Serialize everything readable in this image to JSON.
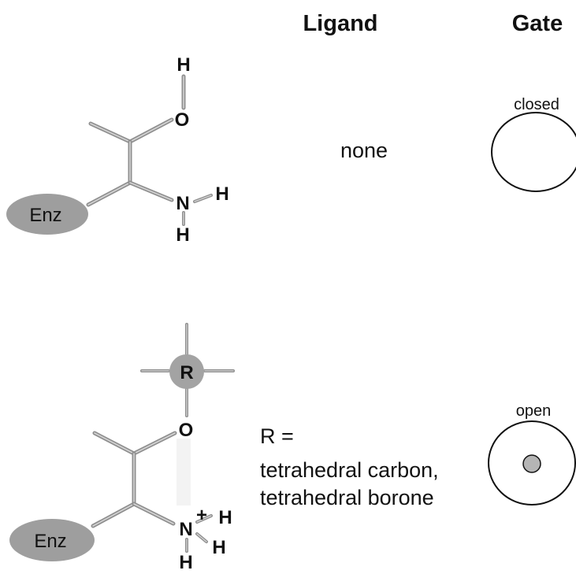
{
  "headers": {
    "ligand": "Ligand",
    "gate": "Gate"
  },
  "top_state": {
    "enzyme_label": "Enz",
    "atoms": {
      "hydroxyl_h": "H",
      "oxygen": "O",
      "nitrogen": "N",
      "amine_h_right": "H",
      "amine_h_bottom": "H"
    },
    "ligand_text": "none",
    "gate": {
      "label": "closed",
      "state": "closed"
    }
  },
  "bottom_state": {
    "enzyme_label": "Enz",
    "atoms": {
      "r_group": "R",
      "oxygen": "O",
      "nitrogen": "N",
      "charge": "+",
      "amine_h_right_top": "H",
      "amine_h_right_bottom": "H",
      "amine_h_bottom": "H"
    },
    "ligand_text": {
      "line1": "R =",
      "line2": "tetrahedral carbon,",
      "line3": "tetrahedral borone"
    },
    "gate": {
      "label": "open",
      "state": "open"
    }
  },
  "colors": {
    "bond": "#a6a6a6",
    "enzyme_fill": "#9e9e9e",
    "r_fill": "#a3a3a3",
    "gate_dot": "#b5b5b5",
    "text": "#111111"
  }
}
